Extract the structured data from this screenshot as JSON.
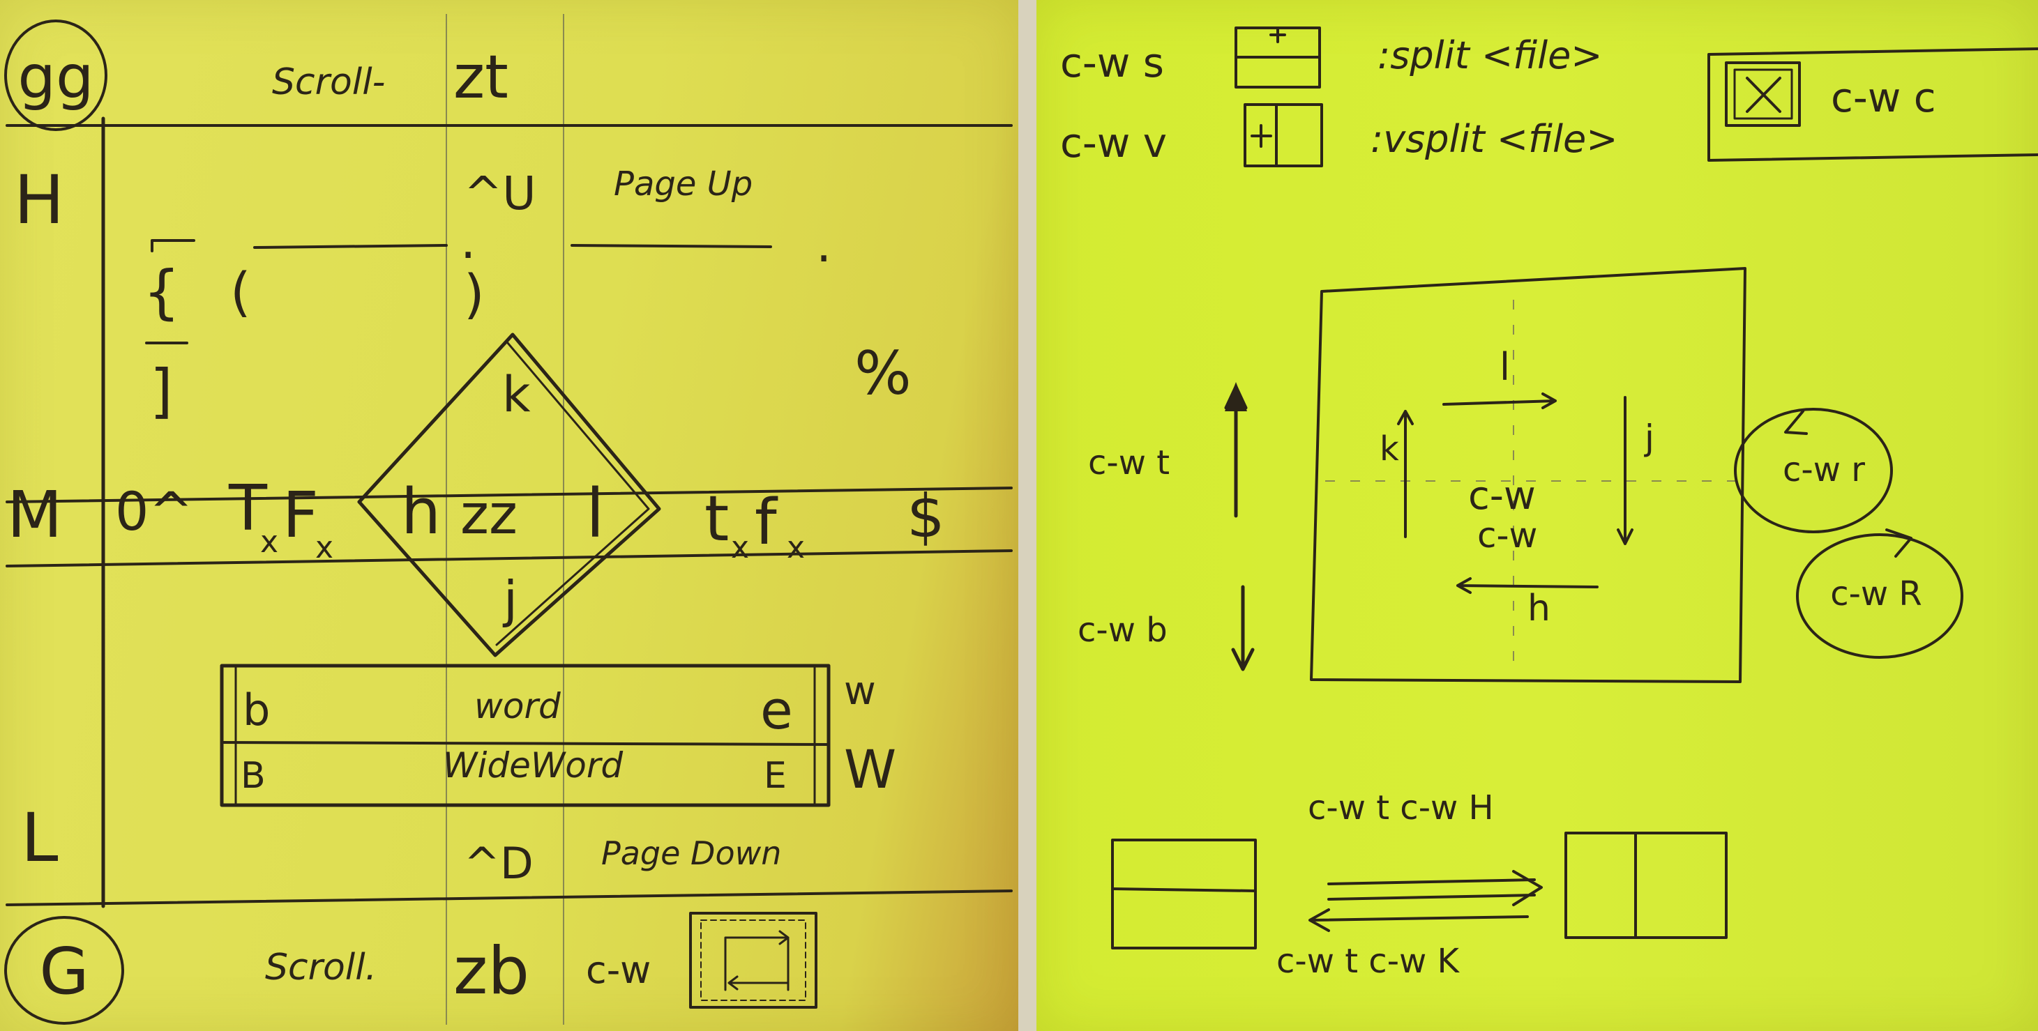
{
  "left_note": {
    "corner_top": "gg",
    "scroll_top_label": "Scroll-",
    "scroll_top_key": "zt",
    "row_top": "H",
    "row_middle": "M",
    "row_bottom": "L",
    "page_up_key": "^U",
    "page_up_label": "Page Up",
    "brace_open": "{",
    "bracket_open": "[",
    "bracket_close": "]",
    "paren_open": "(",
    "paren_close": ")",
    "sentence_end": ".",
    "percent": "%",
    "line_start": "0^",
    "find_back_t": "T",
    "find_back_f": "F",
    "sub_x": "x",
    "dir_h": "h",
    "dir_k": "k",
    "dir_j": "j",
    "dir_l": "l",
    "center_key": "zz",
    "find_fwd_t": "t",
    "find_fwd_f": "f",
    "line_end": "$",
    "word_begin": "b",
    "word_label": "word",
    "word_end": "e",
    "word_next": "w",
    "wide_begin": "B",
    "wide_label": "WideWord",
    "wide_end": "E",
    "wide_next": "W",
    "page_down_key": "^D",
    "page_down_label": "Page Down",
    "corner_bottom": "G",
    "scroll_bottom_label": "Scroll.",
    "scroll_bottom_key": "zb",
    "window_swap_key": "c-w"
  },
  "right_note": {
    "split_key": "c-w s",
    "split_cmd": ":split <file>",
    "vsplit_key": "c-w v",
    "vsplit_cmd": ":vsplit <file>",
    "close_key": "c-w c",
    "move_up_key": "c-w t",
    "move_down_key": "c-w b",
    "nav_top": "l",
    "nav_right": "j",
    "nav_left": "k",
    "nav_bottom": "h",
    "nav_center_1": "c-w",
    "nav_center_2": "c-w",
    "rotate_fwd": "c-w r",
    "rotate_back": "c-w R",
    "to_vertical_keys": "c-w t c-w H",
    "to_horizontal_keys": "c-w t c-w K"
  },
  "colors": {
    "left_paper": "#dede52",
    "right_paper": "#d6ed36",
    "ink": "#2b2418"
  }
}
